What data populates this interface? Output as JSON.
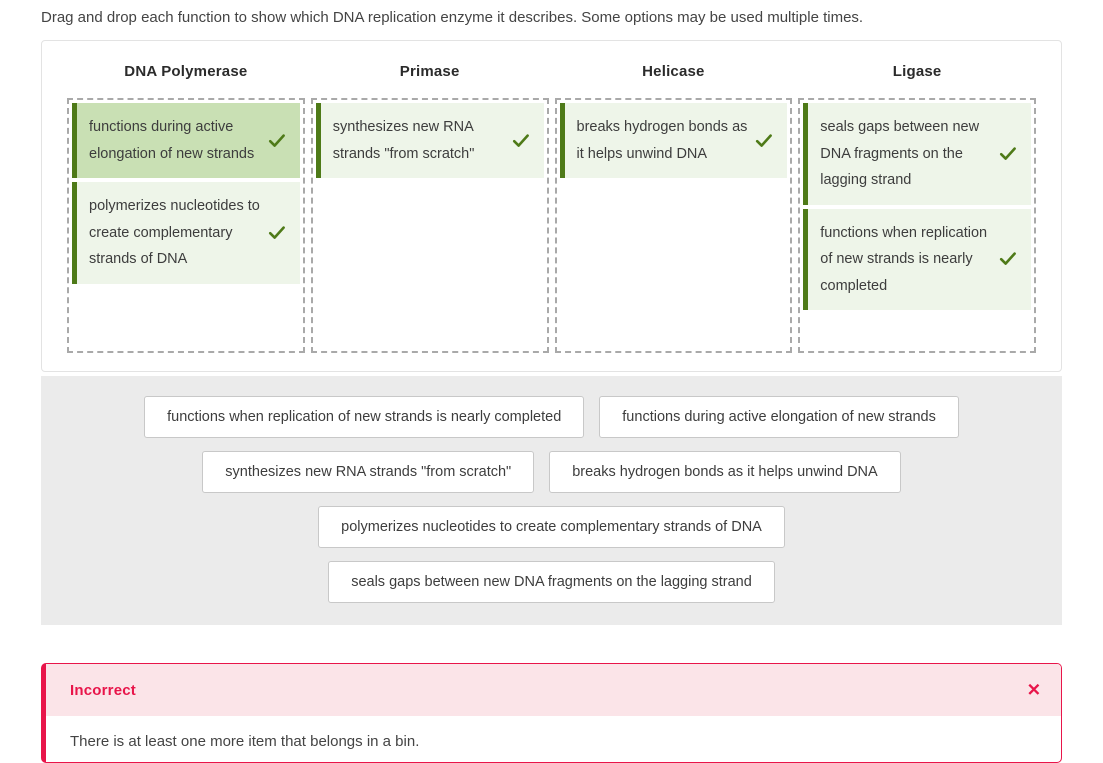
{
  "instruction": "Drag and drop each function to show which DNA replication enzyme it describes. Some options may be used multiple times.",
  "colors": {
    "accent_green": "#4e7a18",
    "item_bg": "#eef5e9",
    "item_bg_highlight": "#c9e0b4",
    "bank_bg": "#ebebeb",
    "alert_red": "#e8154a",
    "alert_head_bg": "#fbe4e8"
  },
  "bins": [
    {
      "title": "DNA Polymerase",
      "items": [
        {
          "text": "functions during active elongation of new strands",
          "status_icon": "check-icon",
          "highlighted": true
        },
        {
          "text": "polymerizes nucleotides to create complementary strands of DNA",
          "status_icon": "check-icon",
          "highlighted": false
        }
      ]
    },
    {
      "title": "Primase",
      "items": [
        {
          "text": "synthesizes new RNA strands \"from scratch\"",
          "status_icon": "check-icon",
          "highlighted": false
        }
      ]
    },
    {
      "title": "Helicase",
      "items": [
        {
          "text": "breaks hydrogen bonds as it helps unwind DNA",
          "status_icon": "check-icon",
          "highlighted": false
        }
      ]
    },
    {
      "title": "Ligase",
      "items": [
        {
          "text": "seals gaps between new DNA fragments on the lagging strand",
          "status_icon": "check-icon",
          "highlighted": false
        },
        {
          "text": "functions when replication of new strands is nearly completed",
          "status_icon": "check-icon",
          "highlighted": false
        }
      ]
    }
  ],
  "bank": {
    "rows": [
      [
        "functions when replication of new strands is nearly completed",
        "functions during active elongation of new strands"
      ],
      [
        "synthesizes new RNA strands \"from scratch\"",
        "breaks hydrogen bonds as it helps unwind DNA"
      ],
      [
        "polymerizes nucleotides to create complementary strands of DNA"
      ],
      [
        "seals gaps between new DNA fragments on the lagging strand"
      ]
    ]
  },
  "alert": {
    "title": "Incorrect",
    "message": "There is at least one more item that belongs in a bin.",
    "close_label": "✕"
  }
}
